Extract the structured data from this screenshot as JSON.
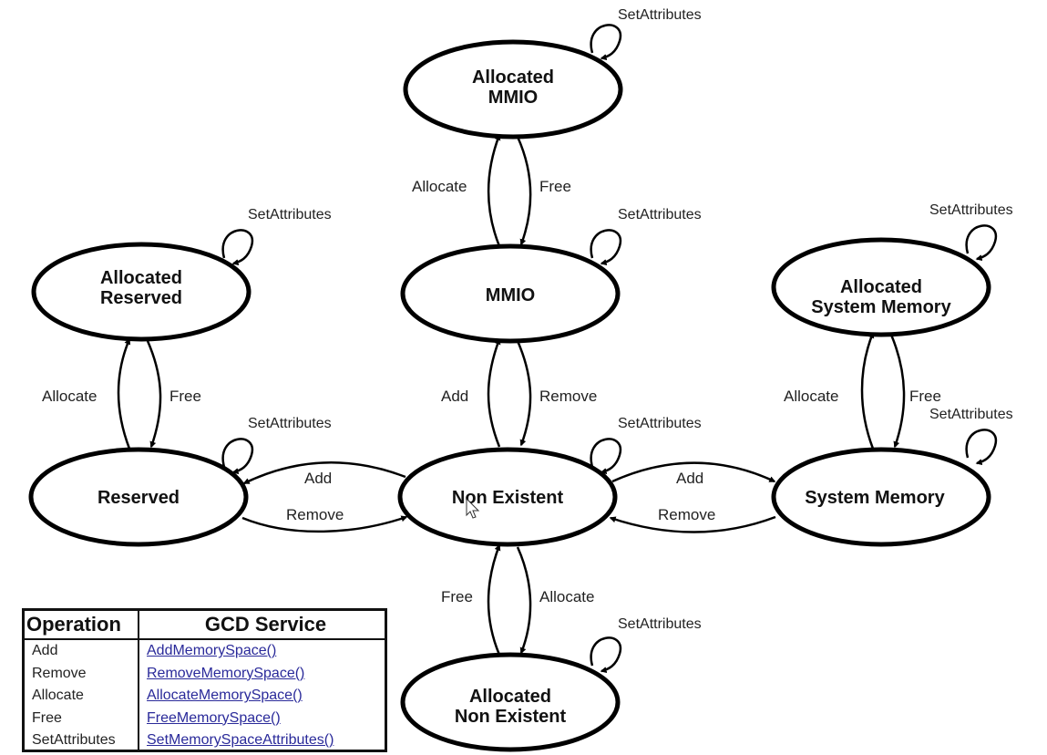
{
  "diagram": {
    "states": {
      "allocated_mmio": [
        "Allocated",
        "MMIO"
      ],
      "mmio": [
        "MMIO"
      ],
      "allocated_reserved": [
        "Allocated",
        "Reserved"
      ],
      "reserved": [
        "Reserved"
      ],
      "non_existent": [
        "Non Existent"
      ],
      "system_memory": [
        "System Memory"
      ],
      "allocated_system_memory": [
        "Allocated",
        "System Memory"
      ],
      "allocated_non_existent": [
        "Allocated",
        "Non Existent"
      ]
    },
    "self_loop_label": "SetAttributes",
    "edge_labels": {
      "mmio_allocate": "Allocate",
      "mmio_free": "Free",
      "ne_mmio_add": "Add",
      "ne_mmio_remove": "Remove",
      "reserved_allocate": "Allocate",
      "reserved_free": "Free",
      "ne_reserved_add": "Add",
      "ne_reserved_remove": "Remove",
      "ne_sysmem_add": "Add",
      "ne_sysmem_remove": "Remove",
      "sysmem_allocate": "Allocate",
      "sysmem_free": "Free",
      "ne_free": "Free",
      "ne_allocate": "Allocate"
    }
  },
  "table": {
    "headers": [
      "Operation",
      "GCD Service"
    ],
    "rows": [
      {
        "operation": "Add",
        "service": "AddMemorySpace()"
      },
      {
        "operation": "Remove",
        "service": "RemoveMemorySpace()"
      },
      {
        "operation": "Allocate",
        "service": "AllocateMemorySpace()"
      },
      {
        "operation": "Free",
        "service": "FreeMemorySpace()"
      },
      {
        "operation": "SetAttributes",
        "service": "SetMemorySpaceAttributes()"
      }
    ]
  }
}
